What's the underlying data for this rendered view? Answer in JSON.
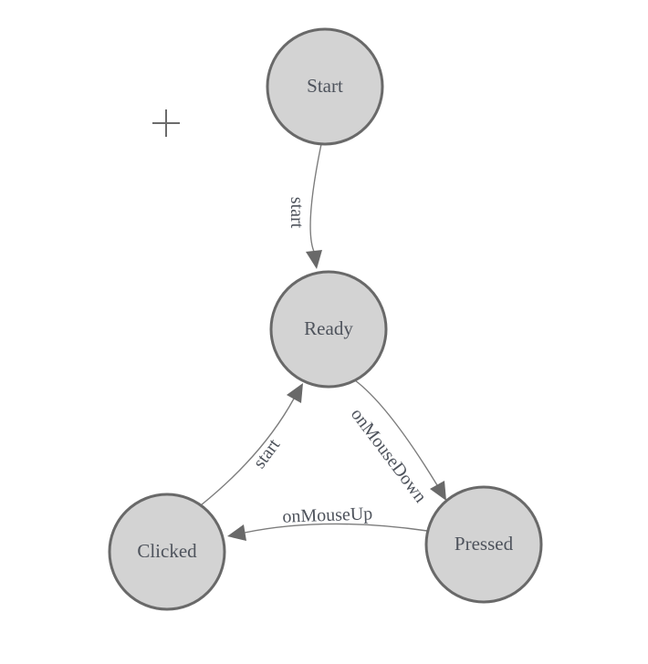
{
  "diagram": {
    "type": "state-machine",
    "nodes": [
      {
        "id": "start",
        "label": "Start"
      },
      {
        "id": "ready",
        "label": "Ready"
      },
      {
        "id": "clicked",
        "label": "Clicked"
      },
      {
        "id": "pressed",
        "label": "Pressed"
      }
    ],
    "edges": [
      {
        "from": "start",
        "to": "ready",
        "label": "start"
      },
      {
        "from": "ready",
        "to": "pressed",
        "label": "onMouseDown"
      },
      {
        "from": "pressed",
        "to": "clicked",
        "label": "onMouseUp"
      },
      {
        "from": "clicked",
        "to": "ready",
        "label": "start"
      }
    ],
    "icons": {
      "crosshair": "plus-crosshair"
    },
    "colors": {
      "background": "#ffffff",
      "node_fill": "#d3d3d3",
      "node_stroke": "#696969",
      "edge_stroke": "#7c7c7c",
      "arrow_fill": "#696969",
      "text": "#4e535c",
      "crosshair": "#6b6b6b"
    }
  }
}
